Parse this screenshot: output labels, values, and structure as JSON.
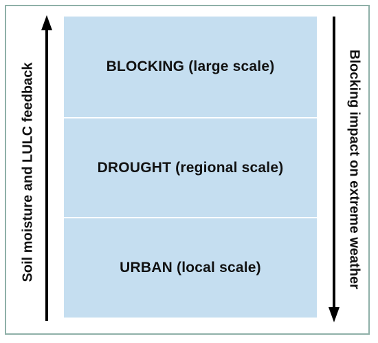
{
  "left_axis": {
    "label": "Soil moisture and LULC feedback",
    "direction": "up"
  },
  "right_axis": {
    "label": "Blocking impact on extreme weather",
    "direction": "down"
  },
  "layers": [
    {
      "label": "BLOCKING (large scale)"
    },
    {
      "label": "DROUGHT (regional scale)"
    },
    {
      "label": "URBAN (local scale)"
    }
  ],
  "colors": {
    "layer_fill": "#c5def0",
    "frame_border": "#8fb0a8",
    "arrow": "#000000"
  }
}
